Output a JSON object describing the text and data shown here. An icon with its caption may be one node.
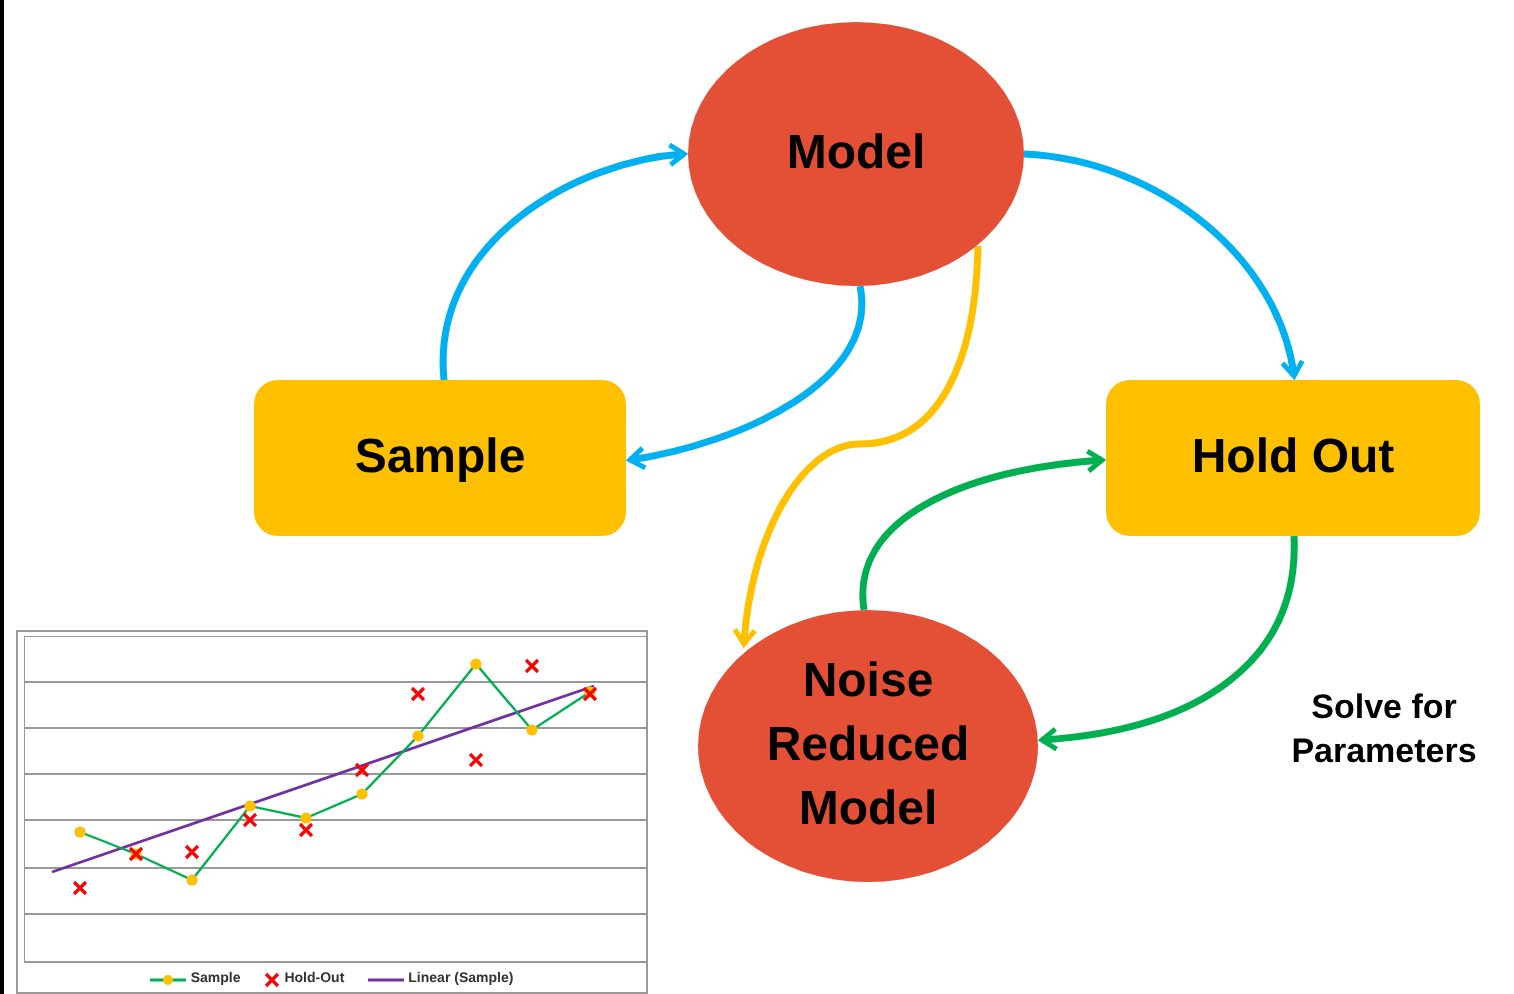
{
  "diagram": {
    "nodes": [
      {
        "text": [
          "Model"
        ]
      },
      {
        "text": [
          "Sample"
        ]
      },
      {
        "text": [
          "Hold Out"
        ]
      },
      {
        "text": [
          "Noise Reduced Model"
        ]
      }
    ],
    "edges": [
      {
        "from": 1,
        "to": 0,
        "arrow": "to"
      },
      {
        "from": 0,
        "to": 1,
        "arrow": "to"
      },
      {
        "from": 0,
        "to": 2,
        "arrow": "to"
      },
      {
        "from": 0,
        "to": 3,
        "arrow": "to",
        "color": "#ffc000"
      },
      {
        "from": 3,
        "to": 2,
        "arrow": "to",
        "color": "#00b050"
      },
      {
        "from": 2,
        "to": 3,
        "arrow": "to",
        "color": "#00b050"
      }
    ],
    "labels": [
      "Solve for Parameters"
    ],
    "legend": [
      {
        "text": "Sample"
      },
      {
        "text": "Hold-Out"
      },
      {
        "text": "Linear (Sample)"
      }
    ]
  }
}
